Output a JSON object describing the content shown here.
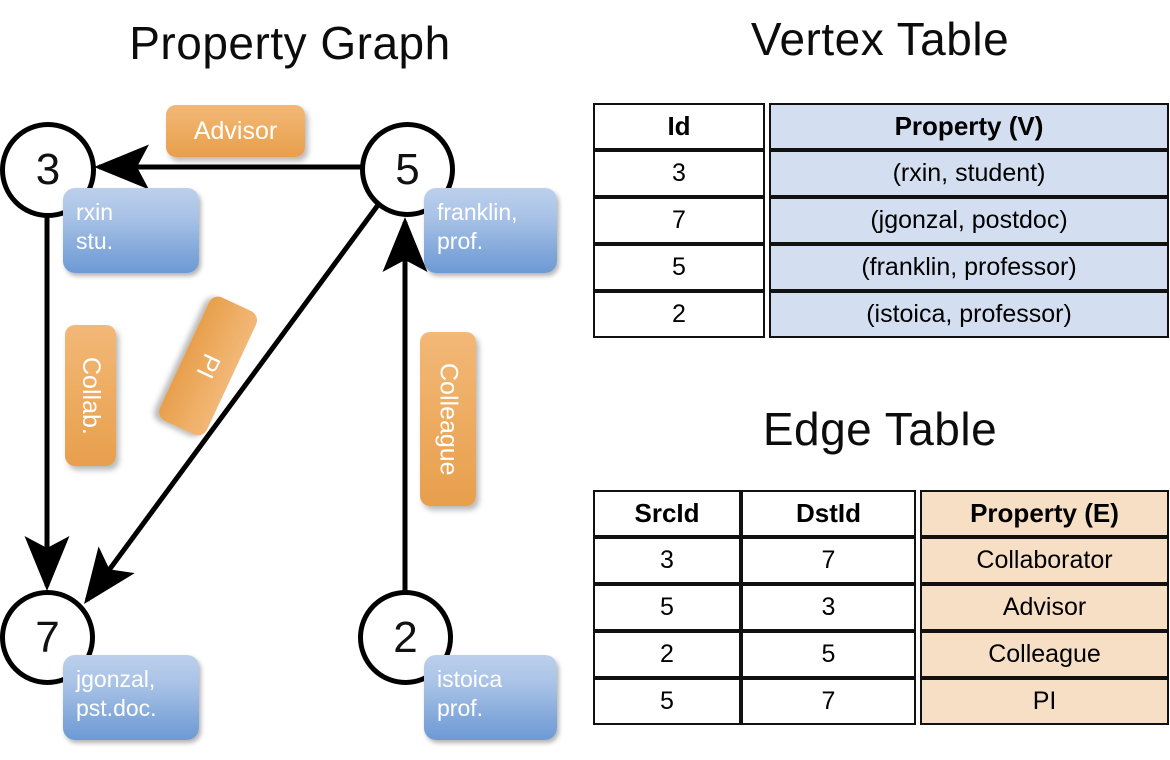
{
  "titles": {
    "property_graph": "Property Graph",
    "vertex_table": "Vertex Table",
    "edge_table": "Edge Table"
  },
  "graph": {
    "nodes": [
      {
        "id": "3",
        "name": "rxin",
        "role": "stu."
      },
      {
        "id": "5",
        "name": "franklin,",
        "role": "prof."
      },
      {
        "id": "7",
        "name": "jgonzal,",
        "role": "pst.doc."
      },
      {
        "id": "2",
        "name": "istoica",
        "role": "prof."
      }
    ],
    "edge_labels": [
      {
        "label": "Advisor",
        "from": "5",
        "to": "3"
      },
      {
        "label": "Collab.",
        "from": "3",
        "to": "7"
      },
      {
        "label": "PI",
        "from": "5",
        "to": "7"
      },
      {
        "label": "Colleague",
        "from": "2",
        "to": "5"
      }
    ]
  },
  "vertex_table": {
    "headers": [
      "Id",
      "Property (V)"
    ],
    "rows": [
      {
        "id": "3",
        "property": "(rxin, student)"
      },
      {
        "id": "7",
        "property": "(jgonzal, postdoc)"
      },
      {
        "id": "5",
        "property": "(franklin, professor)"
      },
      {
        "id": "2",
        "property": "(istoica, professor)"
      }
    ]
  },
  "edge_table": {
    "headers": [
      "SrcId",
      "DstId",
      "Property (E)"
    ],
    "rows": [
      {
        "src": "3",
        "dst": "7",
        "property": "Collaborator"
      },
      {
        "src": "5",
        "dst": "3",
        "property": "Advisor"
      },
      {
        "src": "2",
        "dst": "5",
        "property": "Colleague"
      },
      {
        "src": "5",
        "dst": "7",
        "property": "PI"
      }
    ]
  },
  "colors": {
    "vertex_property_fill": "#d3dff0",
    "edge_property_fill": "#f6dfc4",
    "node_callout_blue": "#6d9ad5",
    "edge_label_orange": "#e79f4c",
    "border": "#111111",
    "background": "#ffffff"
  }
}
